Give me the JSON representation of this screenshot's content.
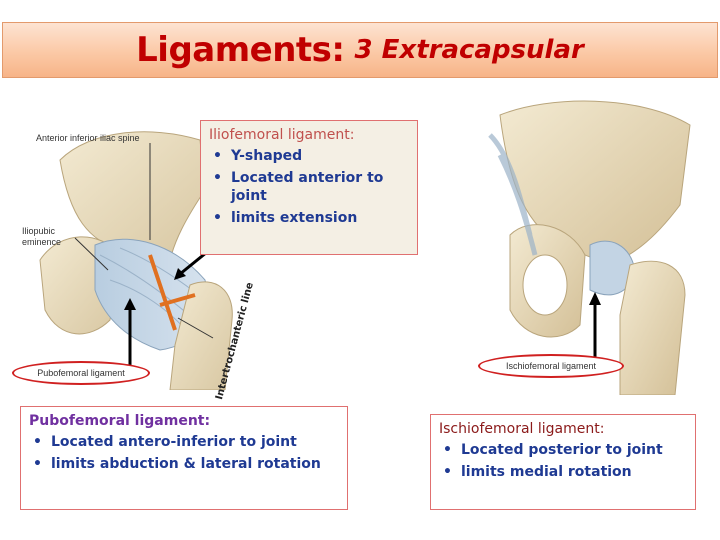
{
  "title": {
    "main": "Ligaments:",
    "sub": "3 Extracapsular"
  },
  "left_figure": {
    "labels": {
      "aiis": "Anterior inferior iliac spine",
      "iliopubic_1": "Iliopubic",
      "iliopubic_2": "eminence",
      "pubofemoral": "Pubofemoral ligament",
      "intertrochanteric": "Intertrochanteric line"
    }
  },
  "right_figure": {
    "labels": {
      "ischiofemoral": "Ischiofemoral ligament"
    }
  },
  "iliofemoral": {
    "heading": "Iliofemoral ligament:",
    "items": [
      "Y-shaped",
      "Located anterior to joint",
      "limits extension"
    ]
  },
  "pubofemoral": {
    "heading": "Pubofemoral ligament:",
    "items": [
      "Located antero-inferior to joint",
      "limits abduction & lateral rotation"
    ]
  },
  "ischiofemoral": {
    "heading": "Ischiofemoral ligament:",
    "items": [
      "Located posterior to joint",
      "limits medial rotation"
    ]
  },
  "colors": {
    "title_red": "#c00000",
    "border_red": "#e07070",
    "ligament_orange": "#e07020"
  }
}
